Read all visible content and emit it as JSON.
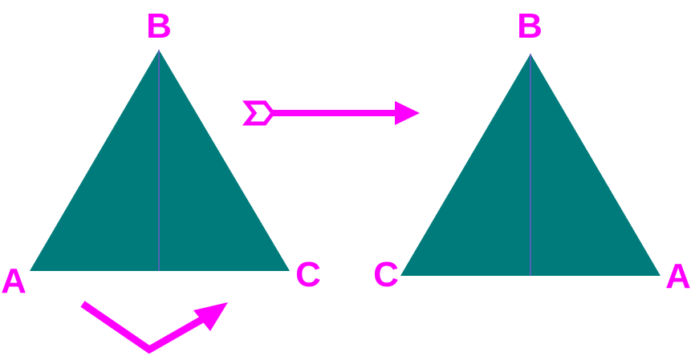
{
  "colors": {
    "triangle_fill": "#007b7b",
    "axis_line": "#6a5acd",
    "label": "#ff00ff",
    "arrow": "#ff00ff",
    "background": "#ffffff"
  },
  "left_triangle": {
    "top_label": "B",
    "left_label": "A",
    "right_label": "C"
  },
  "right_triangle": {
    "top_label": "B",
    "left_label": "C",
    "right_label": "A"
  },
  "icons": {
    "transform_arrow": "right-arrow-icon",
    "flip_arrow": "flip-arrow-icon"
  }
}
